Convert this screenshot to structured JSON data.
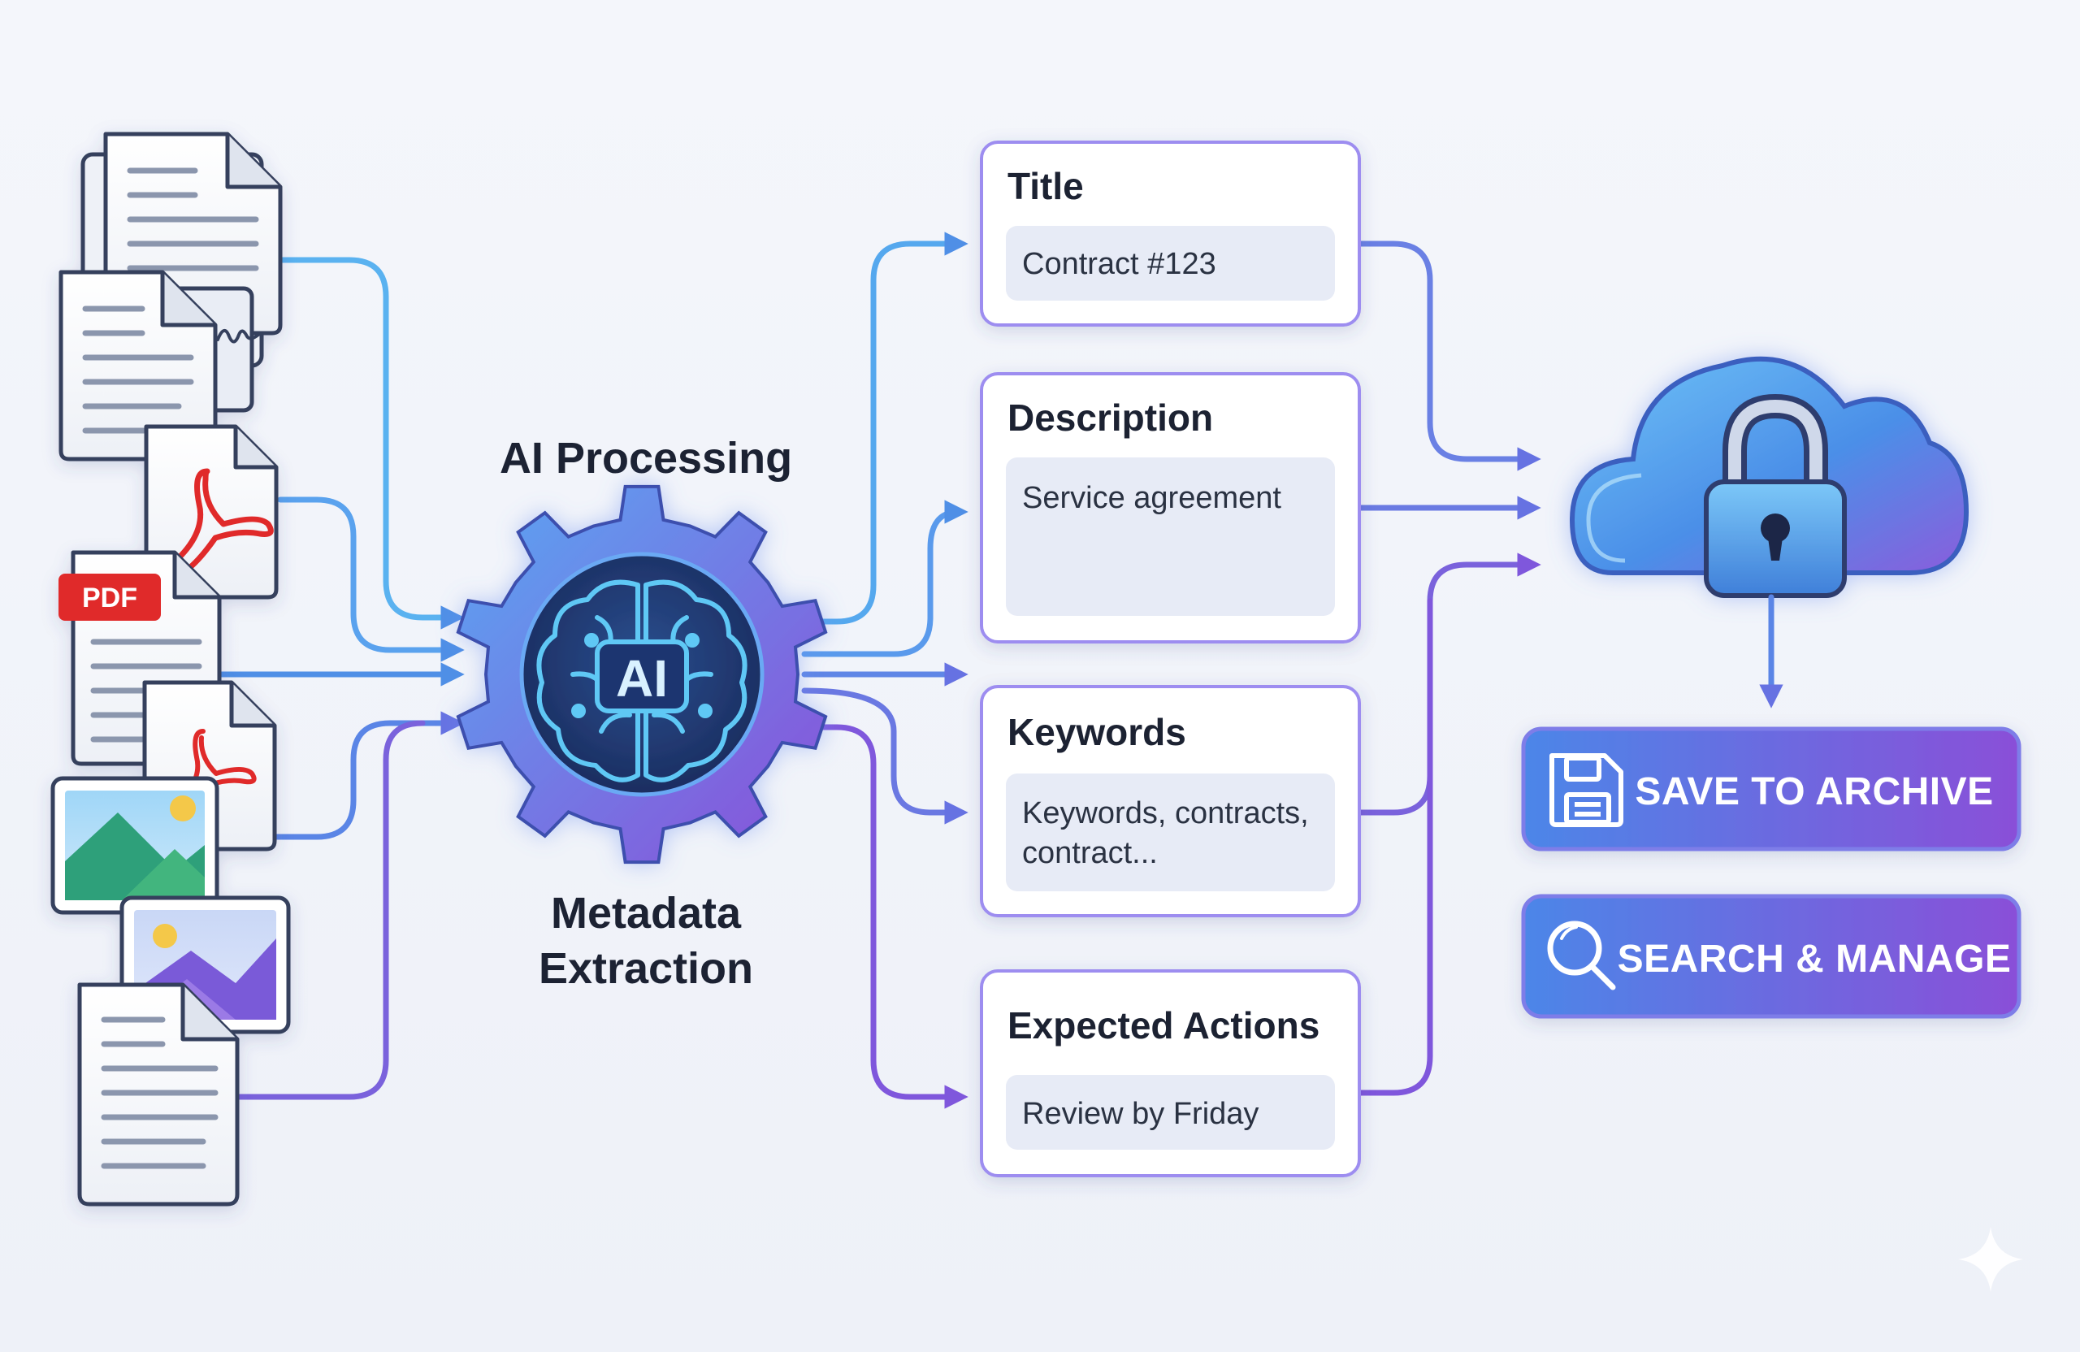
{
  "processing": {
    "heading": "AI Processing",
    "caption_line1": "Metadata",
    "caption_line2": "Extraction",
    "gear_label": "AI"
  },
  "documents": {
    "pdf_badge": "PDF"
  },
  "fields": [
    {
      "title": "Title",
      "value_lines": [
        "Contract #123"
      ]
    },
    {
      "title": "Description",
      "value_lines": [
        "Service agreement"
      ]
    },
    {
      "title": "Keywords",
      "value_lines": [
        "Keywords, contracts,",
        "contract..."
      ]
    },
    {
      "title": "Expected Actions",
      "value_lines": [
        "Review by Friday"
      ]
    }
  ],
  "actions": {
    "save_label": "SAVE TO ARCHIVE",
    "search_label": "SEARCH & MANAGE"
  },
  "colors": {
    "blue": "#4a90e2",
    "violet": "#8a4fd8",
    "cyan": "#59b7f0",
    "pdf_red": "#e02b2b"
  },
  "icons": [
    "document-icon",
    "signed-document-icon",
    "pdf-icon",
    "image-icon",
    "brain-gear-icon",
    "cloud-lock-icon",
    "floppy-disk-icon",
    "magnifier-icon",
    "sparkle-icon"
  ]
}
